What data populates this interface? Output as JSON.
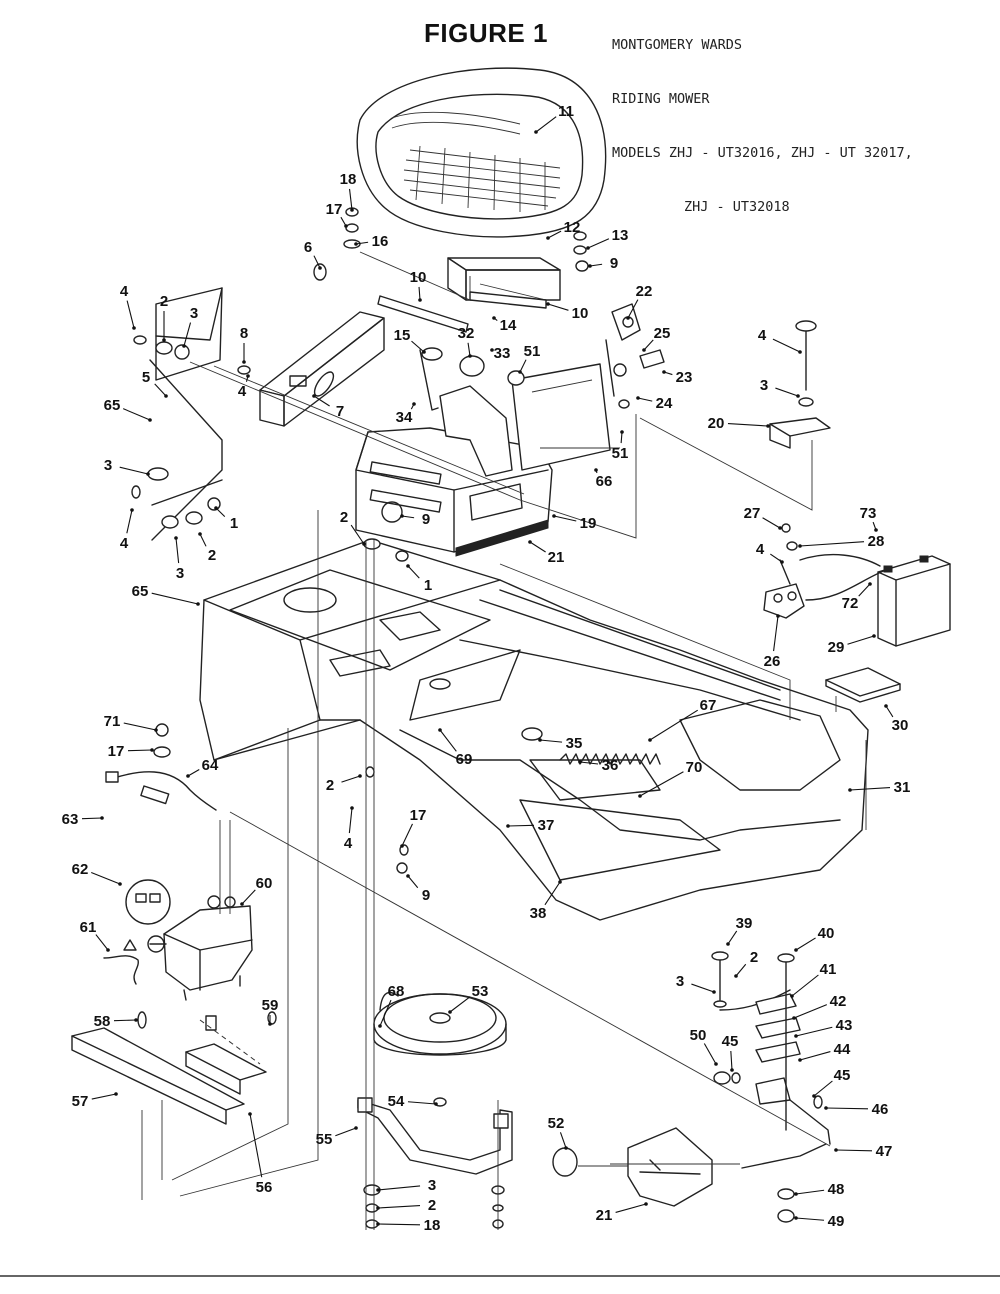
{
  "figure_title": "FIGURE 1",
  "header_lines": [
    "MONTGOMERY WARDS",
    "RIDING MOWER",
    "MODELS ZHJ - UT32016, ZHJ - UT 32017,",
    "ZHJ - UT32018"
  ],
  "callouts": [
    "11",
    "18",
    "17",
    "16",
    "12",
    "13",
    "9",
    "6",
    "10",
    "10",
    "14",
    "22",
    "4",
    "2",
    "3",
    "8",
    "4",
    "15",
    "32",
    "33",
    "51",
    "25",
    "23",
    "24",
    "4",
    "3",
    "5",
    "65",
    "7",
    "34",
    "20",
    "3",
    "51",
    "66",
    "4",
    "1",
    "3",
    "2",
    "9",
    "19",
    "21",
    "2",
    "1",
    "27",
    "73",
    "28",
    "4",
    "72",
    "65",
    "26",
    "29",
    "30",
    "71",
    "17",
    "64",
    "2",
    "35",
    "67",
    "36",
    "70",
    "31",
    "63",
    "4",
    "17",
    "37",
    "9",
    "69",
    "38",
    "62",
    "60",
    "39",
    "40",
    "2",
    "61",
    "3",
    "41",
    "59",
    "42",
    "68",
    "53",
    "43",
    "58",
    "50",
    "45",
    "44",
    "57",
    "54",
    "45",
    "46",
    "55",
    "56",
    "52",
    "47",
    "3",
    "48",
    "2",
    "21",
    "18",
    "49"
  ]
}
